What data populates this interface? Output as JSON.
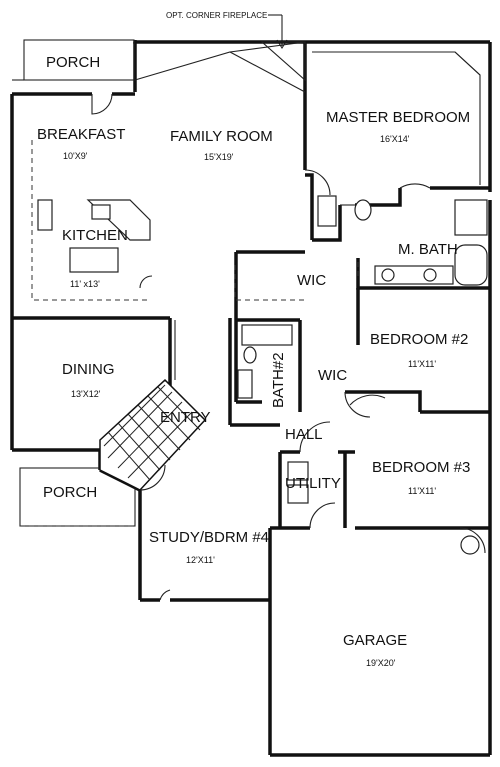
{
  "plan": {
    "note": "OPT. CORNER FIREPLACE",
    "rooms": {
      "porch_top": {
        "name": "PORCH"
      },
      "breakfast": {
        "name": "BREAKFAST",
        "dim": "10'X9'"
      },
      "family": {
        "name": "FAMILY ROOM",
        "dim": "15'X19'"
      },
      "master": {
        "name": "MASTER BEDROOM",
        "dim": "16'X14'"
      },
      "kitchen": {
        "name": "KITCHEN",
        "dim": "11' x13'"
      },
      "mbath": {
        "name": "M. BATH"
      },
      "wic1": {
        "name": "WIC"
      },
      "bed2": {
        "name": "BEDROOM #2",
        "dim": "11'X11'"
      },
      "dining": {
        "name": "DINING",
        "dim": "13'X12'"
      },
      "bath2": {
        "name": "BATH#2"
      },
      "wic2": {
        "name": "WIC"
      },
      "entry": {
        "name": "ENTRY"
      },
      "hall": {
        "name": "HALL"
      },
      "bed3": {
        "name": "BEDROOM #3",
        "dim": "11'X11'"
      },
      "utility": {
        "name": "UTILITY"
      },
      "porch_bottom": {
        "name": "PORCH"
      },
      "study": {
        "name": "STUDY/BDRM #4",
        "dim": "12'X11'"
      },
      "garage": {
        "name": "GARAGE",
        "dim": "19'X20'"
      }
    }
  }
}
